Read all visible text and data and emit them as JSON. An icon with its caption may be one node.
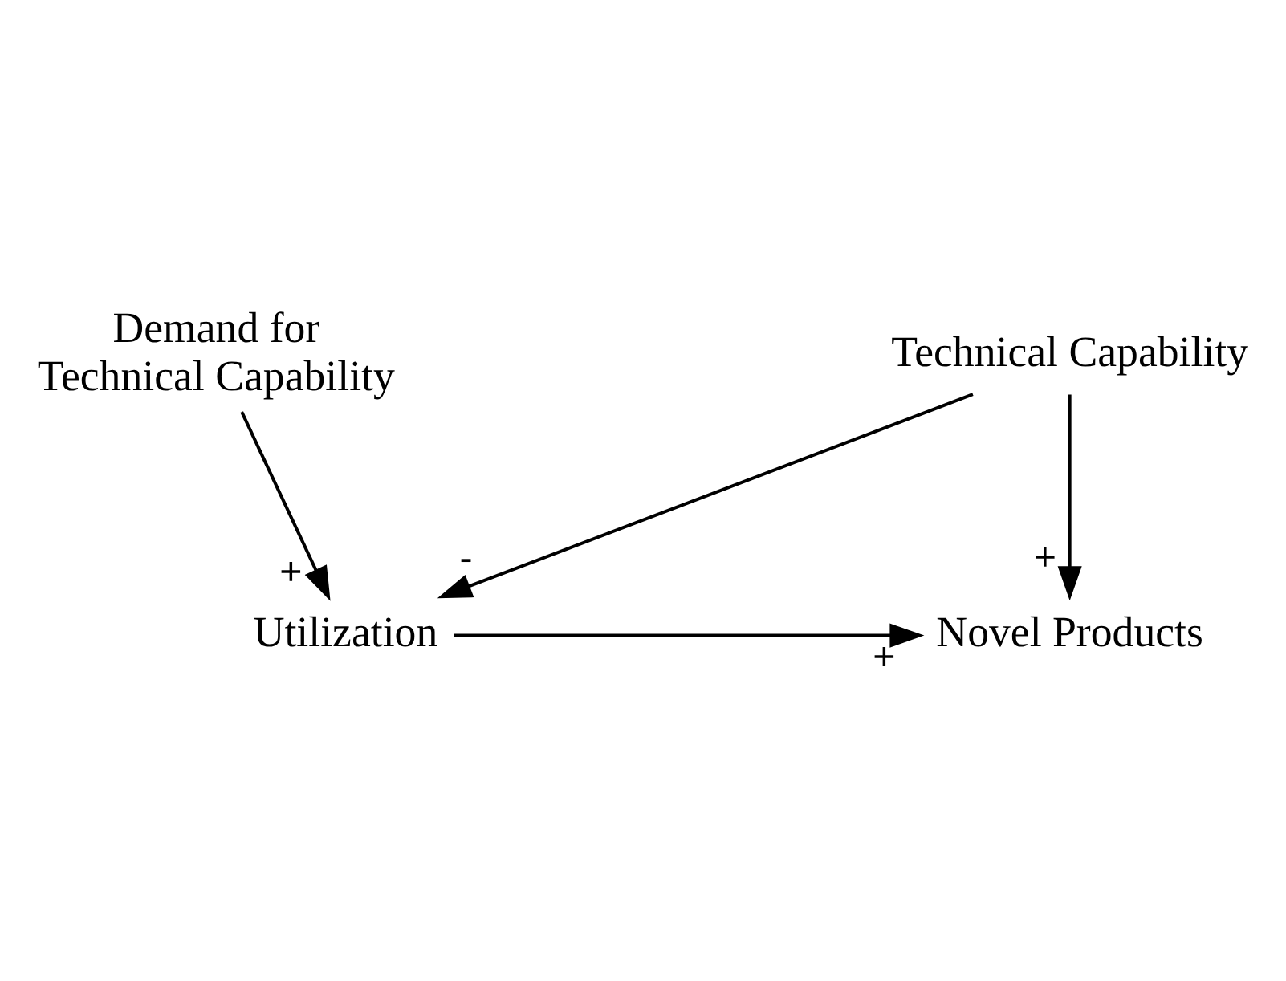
{
  "diagram": {
    "nodes": [
      {
        "text": [
          "Demand for Technical Capability"
        ]
      },
      {
        "text": [
          "Utilization"
        ]
      },
      {
        "text": [
          "Novel Products"
        ]
      },
      {
        "text": [
          "Technical Capability"
        ]
      }
    ],
    "edges": [
      {
        "from": 0,
        "to": 1,
        "arrow": "to",
        "label": "+"
      },
      {
        "from": 1,
        "to": 2,
        "arrow": "to",
        "label": "+"
      },
      {
        "from": 3,
        "to": 1,
        "arrow": "to",
        "label": "-"
      },
      {
        "from": 3,
        "to": 2,
        "arrow": "to",
        "label": "+"
      }
    ]
  }
}
